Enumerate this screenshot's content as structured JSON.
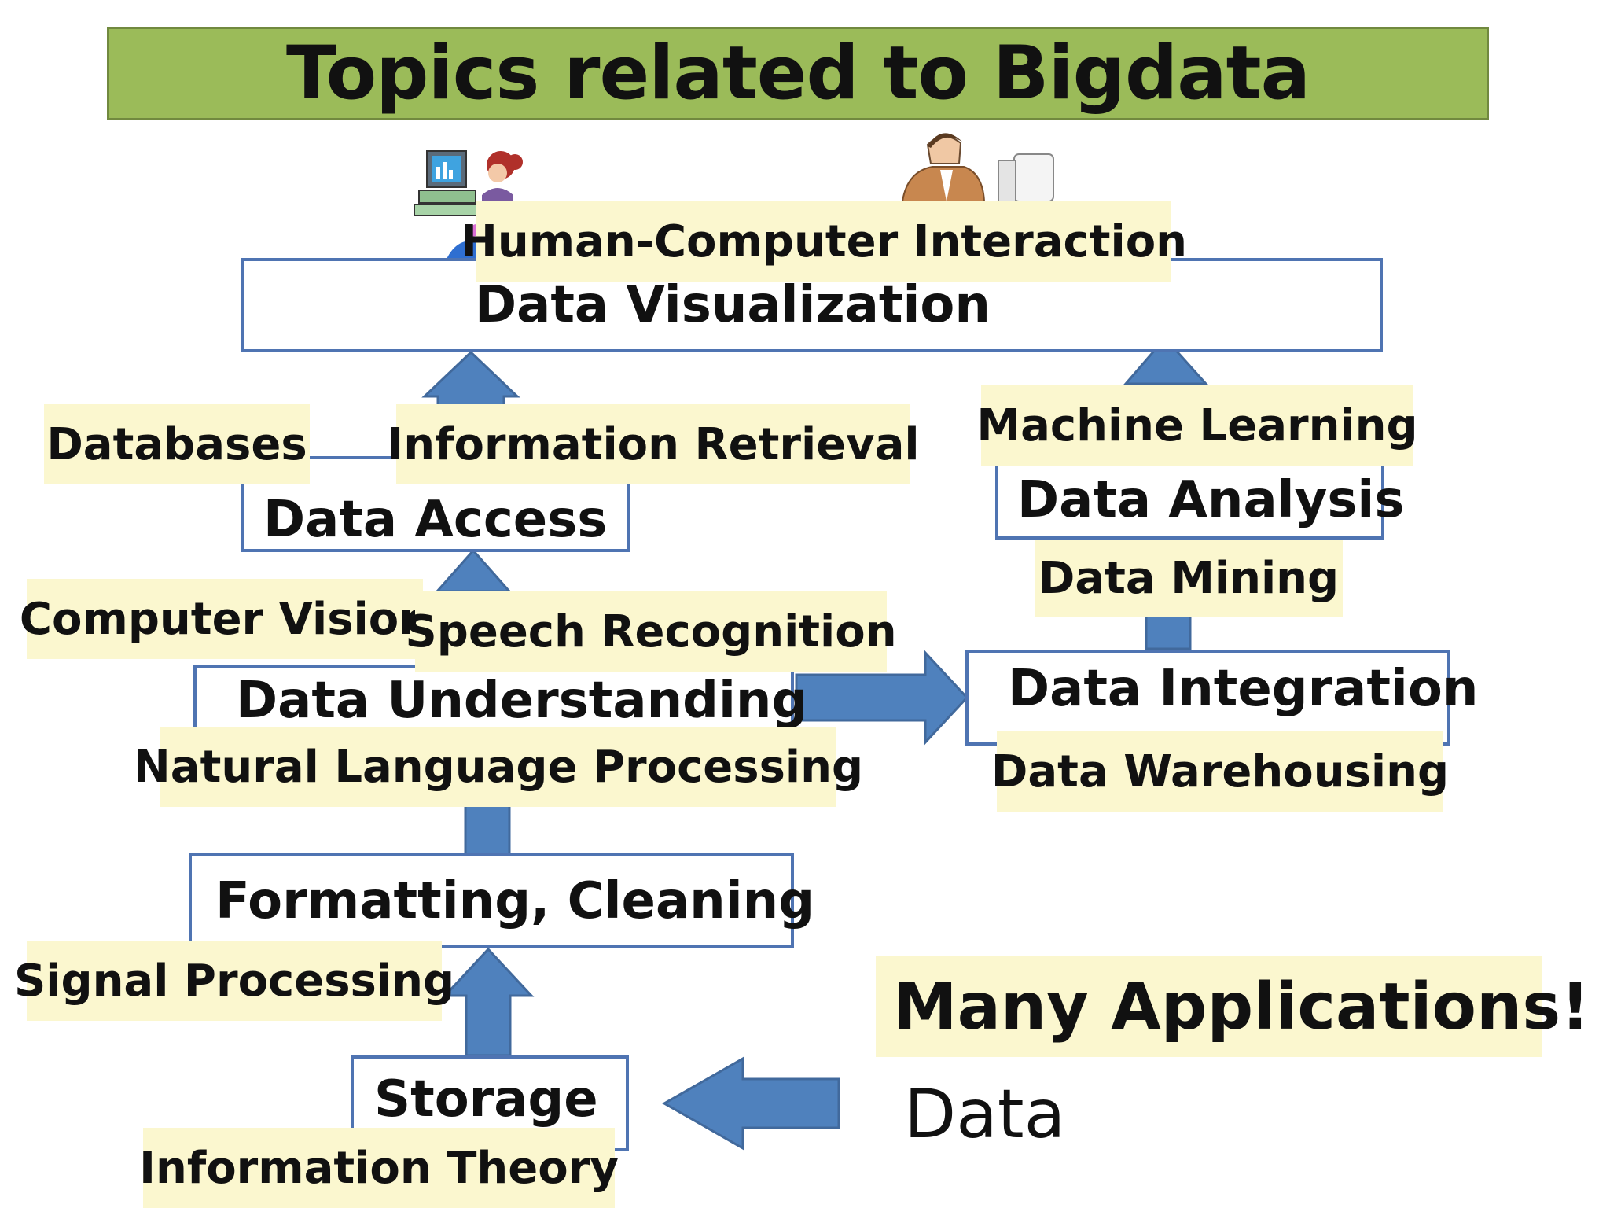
{
  "title": "Topics related to Bigdata",
  "stages": {
    "data_visualization": "Data Visualization",
    "data_access": "Data Access",
    "data_analysis": "Data Analysis",
    "data_understanding": "Data Understanding",
    "data_integration": "Data Integration",
    "formatting_cleaning": "Formatting, Cleaning",
    "storage": "Storage"
  },
  "topics": {
    "human_computer_interaction": "Human-Computer Interaction",
    "databases": "Databases",
    "information_retrieval": "Information Retrieval",
    "machine_learning": "Machine Learning",
    "computer_vision": "Computer Vision",
    "speech_recognition": "Speech Recognition",
    "data_mining": "Data Mining",
    "natural_language_processing": "Natural Language Processing",
    "data_warehousing": "Data Warehousing",
    "signal_processing": "Signal Processing",
    "information_theory": "Information Theory"
  },
  "callout": "Many Applications!",
  "source_label": "Data",
  "colors": {
    "title_green": "#9bbb59",
    "arrow_blue": "#4f81bd",
    "box_border": "#4f74b2",
    "topic_yellow": "#fbf7cf"
  },
  "icons": [
    "woman-at-computer-icon",
    "man-at-computer-icon"
  ]
}
